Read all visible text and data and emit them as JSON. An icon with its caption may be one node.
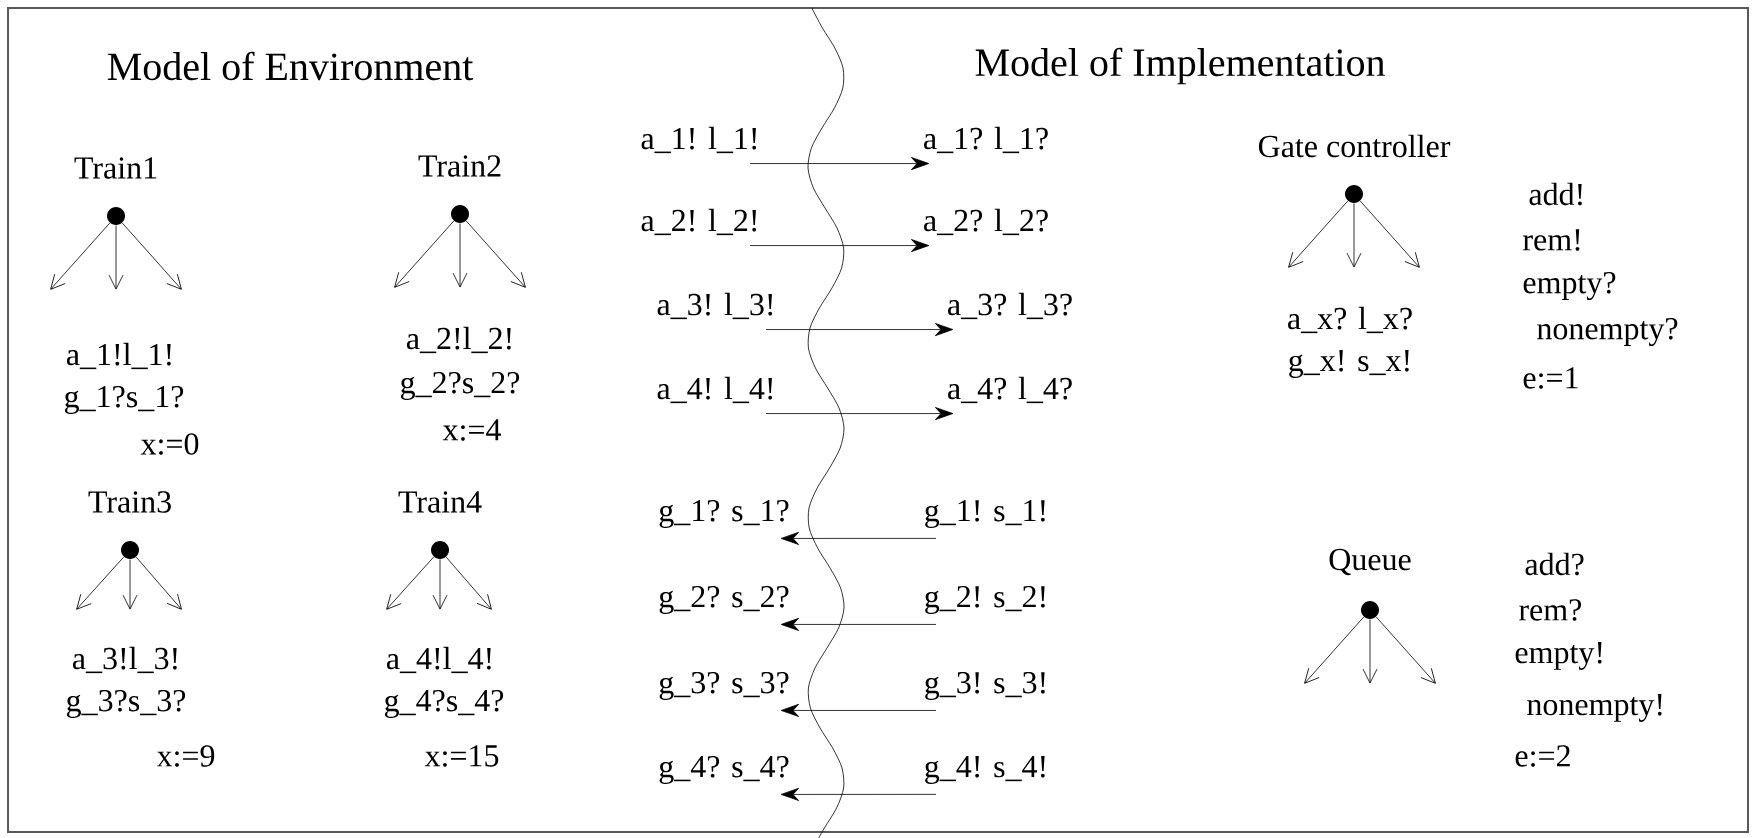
{
  "diagram": {
    "nodes": [
      {
        "text": [],
        "shape": "circle",
        "beside": [
          "Train1"
        ]
      },
      {
        "text": [],
        "shape": "circle",
        "beside": [
          "Train2"
        ]
      },
      {
        "text": [],
        "shape": "circle",
        "beside": [
          "Train3"
        ]
      },
      {
        "text": [],
        "shape": "circle",
        "beside": [
          "Train4"
        ]
      },
      {
        "text": [],
        "shape": "circle",
        "beside": [
          "Gate controller"
        ]
      },
      {
        "text": [],
        "shape": "circle",
        "beside": [
          "Queue"
        ]
      },
      {
        "text": [
          "a_1! l_1!"
        ]
      },
      {
        "text": [
          "a_1? l_1?"
        ]
      },
      {
        "text": [
          "a_2! l_2!"
        ]
      },
      {
        "text": [
          "a_2? l_2?"
        ]
      },
      {
        "text": [
          "a_3! l_3!"
        ]
      },
      {
        "text": [
          "a_3? l_3?"
        ]
      },
      {
        "text": [
          "a_4! l_4!"
        ]
      },
      {
        "text": [
          "a_4? l_4?"
        ]
      },
      {
        "text": [
          "g_1? s_1?"
        ]
      },
      {
        "text": [
          "g_1! s_1!"
        ]
      },
      {
        "text": [
          "g_2? s_2?"
        ]
      },
      {
        "text": [
          "g_2! s_2!"
        ]
      },
      {
        "text": [
          "g_3? s_3?"
        ]
      },
      {
        "text": [
          "g_3! s_3!"
        ]
      },
      {
        "text": [
          "g_4? s_4?"
        ]
      },
      {
        "text": [
          "g_4! s_4!"
        ]
      }
    ],
    "edges": [
      {
        "from": 0,
        "to": null,
        "arrow": "to"
      },
      {
        "from": 0,
        "to": null,
        "arrow": "to"
      },
      {
        "from": 0,
        "to": null,
        "arrow": "to"
      },
      {
        "from": 1,
        "to": null,
        "arrow": "to"
      },
      {
        "from": 1,
        "to": null,
        "arrow": "to"
      },
      {
        "from": 1,
        "to": null,
        "arrow": "to"
      },
      {
        "from": 2,
        "to": null,
        "arrow": "to"
      },
      {
        "from": 2,
        "to": null,
        "arrow": "to"
      },
      {
        "from": 2,
        "to": null,
        "arrow": "to"
      },
      {
        "from": 3,
        "to": null,
        "arrow": "to"
      },
      {
        "from": 3,
        "to": null,
        "arrow": "to"
      },
      {
        "from": 3,
        "to": null,
        "arrow": "to"
      },
      {
        "from": 4,
        "to": null,
        "arrow": "to"
      },
      {
        "from": 4,
        "to": null,
        "arrow": "to"
      },
      {
        "from": 4,
        "to": null,
        "arrow": "to"
      },
      {
        "from": 5,
        "to": null,
        "arrow": "to"
      },
      {
        "from": 5,
        "to": null,
        "arrow": "to"
      },
      {
        "from": 5,
        "to": null,
        "arrow": "to"
      },
      {
        "from": 6,
        "to": 7,
        "arrow": "to"
      },
      {
        "from": 8,
        "to": 9,
        "arrow": "to"
      },
      {
        "from": 10,
        "to": 11,
        "arrow": "to"
      },
      {
        "from": 12,
        "to": 13,
        "arrow": "to"
      },
      {
        "from": 15,
        "to": 14,
        "arrow": "to"
      },
      {
        "from": 17,
        "to": 16,
        "arrow": "to"
      },
      {
        "from": 19,
        "to": 18,
        "arrow": "to"
      },
      {
        "from": 21,
        "to": 20,
        "arrow": "to"
      }
    ],
    "labels": [
      "Model of Environment",
      "Model of Implementation",
      "a_1!l_1!",
      "g_1?s_1?",
      "x:=0",
      "a_2!l_2!",
      "g_2?s_2?",
      "x:=4",
      "a_3!l_3!",
      "g_3?s_3?",
      "x:=9",
      "a_4!l_4!",
      "g_4?s_4?",
      "x:=15",
      "a_x? l_x?",
      "g_x! s_x!",
      "add!",
      "rem!",
      "empty?",
      "nonempty?",
      "e:=1",
      "add?",
      "rem?",
      "empty!",
      "nonempty!",
      "e:=2"
    ]
  }
}
